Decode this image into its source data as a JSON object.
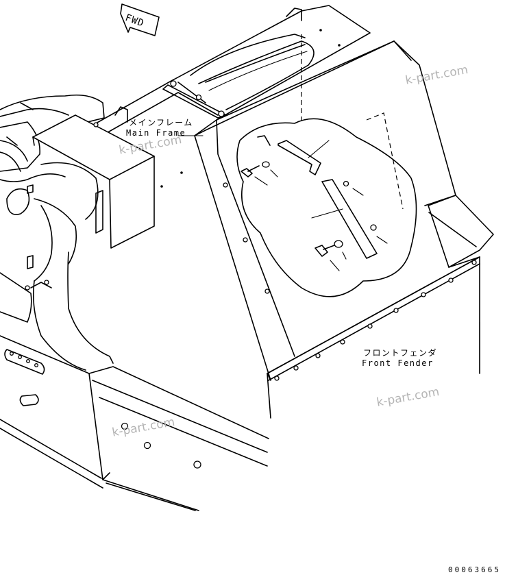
{
  "labels": {
    "fwd": "FWD",
    "main_frame_jp": "メインフレーム",
    "main_frame_en": "Main Frame",
    "front_fender_jp": "フロントフェンダ",
    "front_fender_en": "Front Fender"
  },
  "watermarks": [
    "k-part.com",
    "k-part.com",
    "k-part.com",
    "k-part.com"
  ],
  "drawing_number": "00063665"
}
